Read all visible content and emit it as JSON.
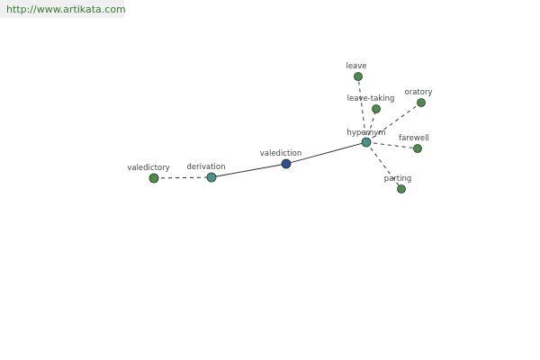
{
  "header": {
    "url": "http://www.artikata.com"
  },
  "graph": {
    "colors": {
      "leaf": "#4f8a4f",
      "hub": "#4f8f8f",
      "center": "#334f8f",
      "edge": "#222222"
    },
    "nodes": [
      {
        "id": "valedictory",
        "label": "valedictory",
        "kind": "leaf"
      },
      {
        "id": "derivation",
        "label": "derivation",
        "kind": "hub"
      },
      {
        "id": "valediction",
        "label": "valediction",
        "kind": "center"
      },
      {
        "id": "hypernym",
        "label": "hypernym",
        "kind": "hub"
      },
      {
        "id": "leave",
        "label": "leave",
        "kind": "leaf"
      },
      {
        "id": "leave-taking",
        "label": "leave-taking",
        "kind": "leaf"
      },
      {
        "id": "oratory",
        "label": "oratory",
        "kind": "leaf"
      },
      {
        "id": "farewell",
        "label": "farewell",
        "kind": "leaf"
      },
      {
        "id": "parting",
        "label": "parting",
        "kind": "leaf"
      }
    ],
    "edges": [
      {
        "from": "valedictory",
        "to": "derivation",
        "style": "dashed"
      },
      {
        "from": "derivation",
        "to": "valediction",
        "style": "solid"
      },
      {
        "from": "valediction",
        "to": "hypernym",
        "style": "solid"
      },
      {
        "from": "hypernym",
        "to": "leave",
        "style": "dashed"
      },
      {
        "from": "hypernym",
        "to": "leave-taking",
        "style": "dashed"
      },
      {
        "from": "hypernym",
        "to": "oratory",
        "style": "dashed"
      },
      {
        "from": "hypernym",
        "to": "farewell",
        "style": "dashed"
      },
      {
        "from": "hypernym",
        "to": "parting",
        "style": "dashed"
      }
    ]
  }
}
